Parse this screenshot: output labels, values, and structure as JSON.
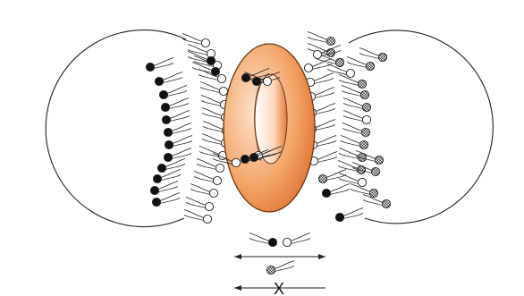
{
  "diagram": {
    "x_mark": "X",
    "colors": {
      "ring_dark": "#dd6b24",
      "ring_light": "#f7c49d",
      "ring_outline": "#6b3512",
      "lipid_dark": "#111111",
      "lipid_light": "#ffffff",
      "lipid_hatched": "#9a9a9a",
      "line": "#222222"
    },
    "legend": [
      {
        "label": "",
        "head_types": [
          "dark",
          "light"
        ],
        "arrow": "both"
      },
      {
        "label": "",
        "head_types": [
          "hatched"
        ],
        "arrow": "left-blocked"
      }
    ]
  }
}
